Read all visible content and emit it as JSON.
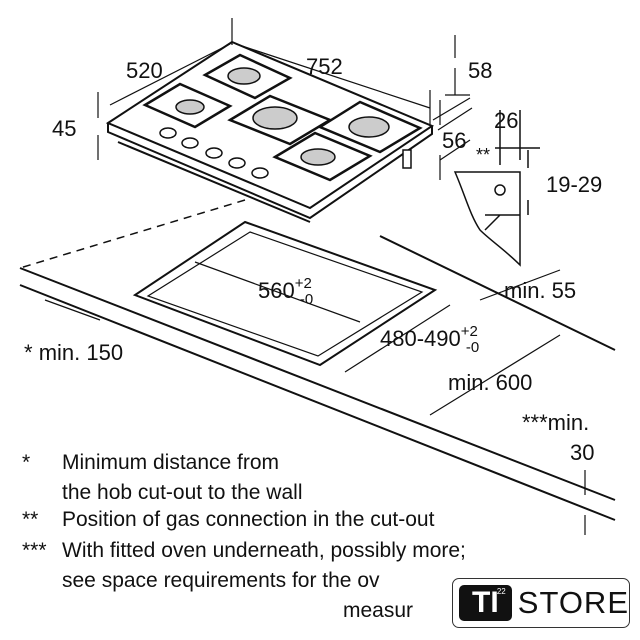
{
  "dimensions": {
    "depth": "520",
    "width": "752",
    "top_offset": "58",
    "height": "45",
    "side_offset": "56",
    "gas_x": "26",
    "gas_marker": "**",
    "gas_y": "19-29",
    "cutout_width": "560",
    "cutout_width_tol_plus": "+2",
    "cutout_width_tol_minus": "-0",
    "cutout_depth": "480-490",
    "cutout_depth_tol_plus": "+2",
    "cutout_depth_tol_minus": "-0",
    "min_back": "min. 55",
    "min_wall_marker": "*",
    "min_wall": "min. 150",
    "min_worktop": "min. 600",
    "min_oven_label": "***min.",
    "min_oven_value": "30"
  },
  "notes": [
    {
      "marker": "*",
      "text": "Minimum distance from"
    },
    {
      "marker": "",
      "text": "the hob cut-out to the wall"
    },
    {
      "marker": "**",
      "text": "Position of gas connection in the cut-out"
    },
    {
      "marker": "***",
      "text": "With fitted oven underneath, possibly more;"
    },
    {
      "marker": "",
      "text": "see space requirements for the ov"
    },
    {
      "marker": "",
      "text": "measur"
    }
  ],
  "logo": {
    "brand": "TI",
    "number": "22",
    "store": "STORE"
  }
}
